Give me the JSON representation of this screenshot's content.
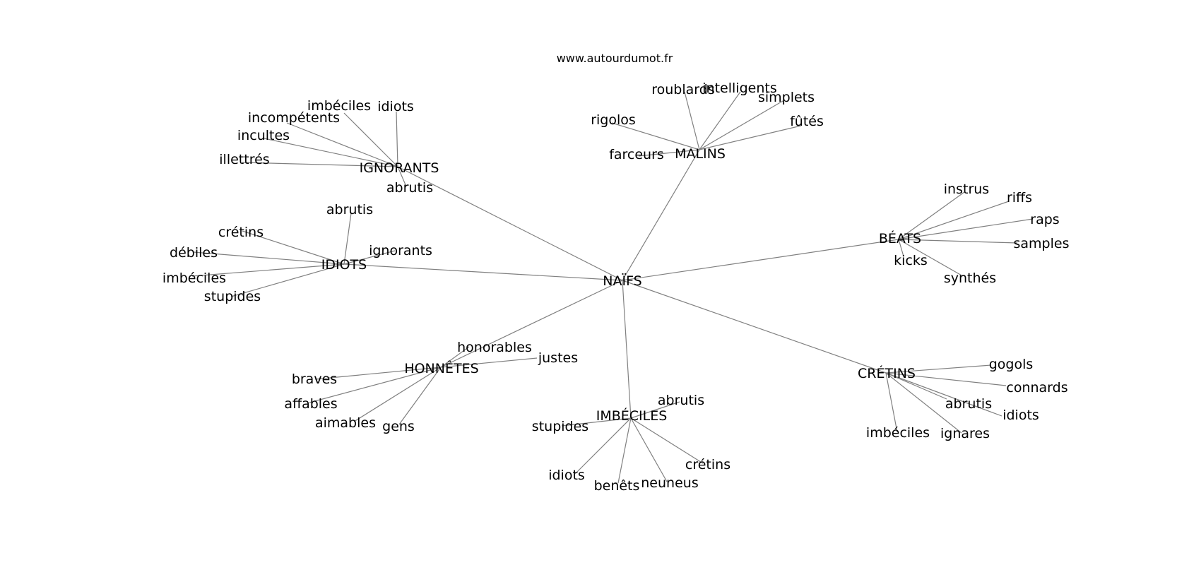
{
  "site": "www.autourdumot.fr",
  "center": "NAÏFS",
  "clusters": [
    {
      "label": "IGNORANTS",
      "words": [
        "imbéciles",
        "idiots",
        "incompétents",
        "incultes",
        "illettrés",
        "abrutis"
      ]
    },
    {
      "label": "MALINS",
      "words": [
        "roublards",
        "intelligents",
        "simplets",
        "rigolos",
        "fûtés",
        "farceurs"
      ]
    },
    {
      "label": "BÉATS",
      "words": [
        "instrus",
        "riffs",
        "raps",
        "samples",
        "kicks",
        "synthés"
      ]
    },
    {
      "label": "IDIOTS",
      "words": [
        "abrutis",
        "crétins",
        "débiles",
        "ignorants",
        "imbéciles",
        "stupides"
      ]
    },
    {
      "label": "HONNÊTES",
      "words": [
        "honorables",
        "justes",
        "braves",
        "affables",
        "aimables",
        "gens"
      ]
    },
    {
      "label": "IMBÉCILES",
      "words": [
        "abrutis",
        "stupides",
        "crétins",
        "idiots",
        "benêts",
        "neuneus"
      ]
    },
    {
      "label": "CRÉTINS",
      "words": [
        "gogols",
        "connards",
        "abrutis",
        "idiots",
        "imbéciles",
        "ignares"
      ]
    }
  ]
}
